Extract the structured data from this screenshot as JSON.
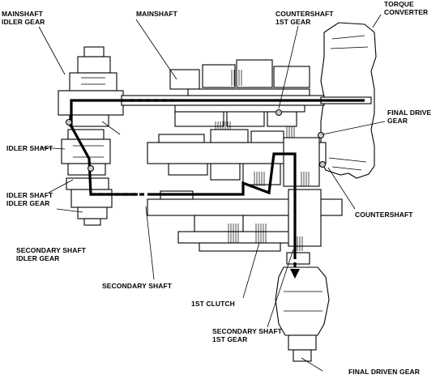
{
  "labels": {
    "mainshaft_idler_gear": [
      "MAINSHAFT",
      "IDLER GEAR"
    ],
    "mainshaft": "MAINSHAFT",
    "countershaft_1st_gear": [
      "COUNTERSHAFT",
      "1ST GEAR"
    ],
    "torque_converter": [
      "TORQUE",
      "CONVERTER"
    ],
    "final_drive_gear": [
      "FINAL DRIVE",
      "GEAR"
    ],
    "idler_shaft": "IDLER SHAFT",
    "countershaft": "COUNTERSHAFT",
    "idler_shaft_idler_gear": [
      "IDLER SHAFT",
      "IDLER GEAR"
    ],
    "secondary_shaft_idler_gear": [
      "SECONDARY SHAFT",
      "IDLER GEAR"
    ],
    "secondary_shaft": "SECONDARY SHAFT",
    "first_clutch": "1ST CLUTCH",
    "secondary_shaft_1st_gear": [
      "SECONDARY SHAFT",
      "1ST GEAR"
    ],
    "final_driven_gear": "FINAL DRIVEN GEAR"
  }
}
